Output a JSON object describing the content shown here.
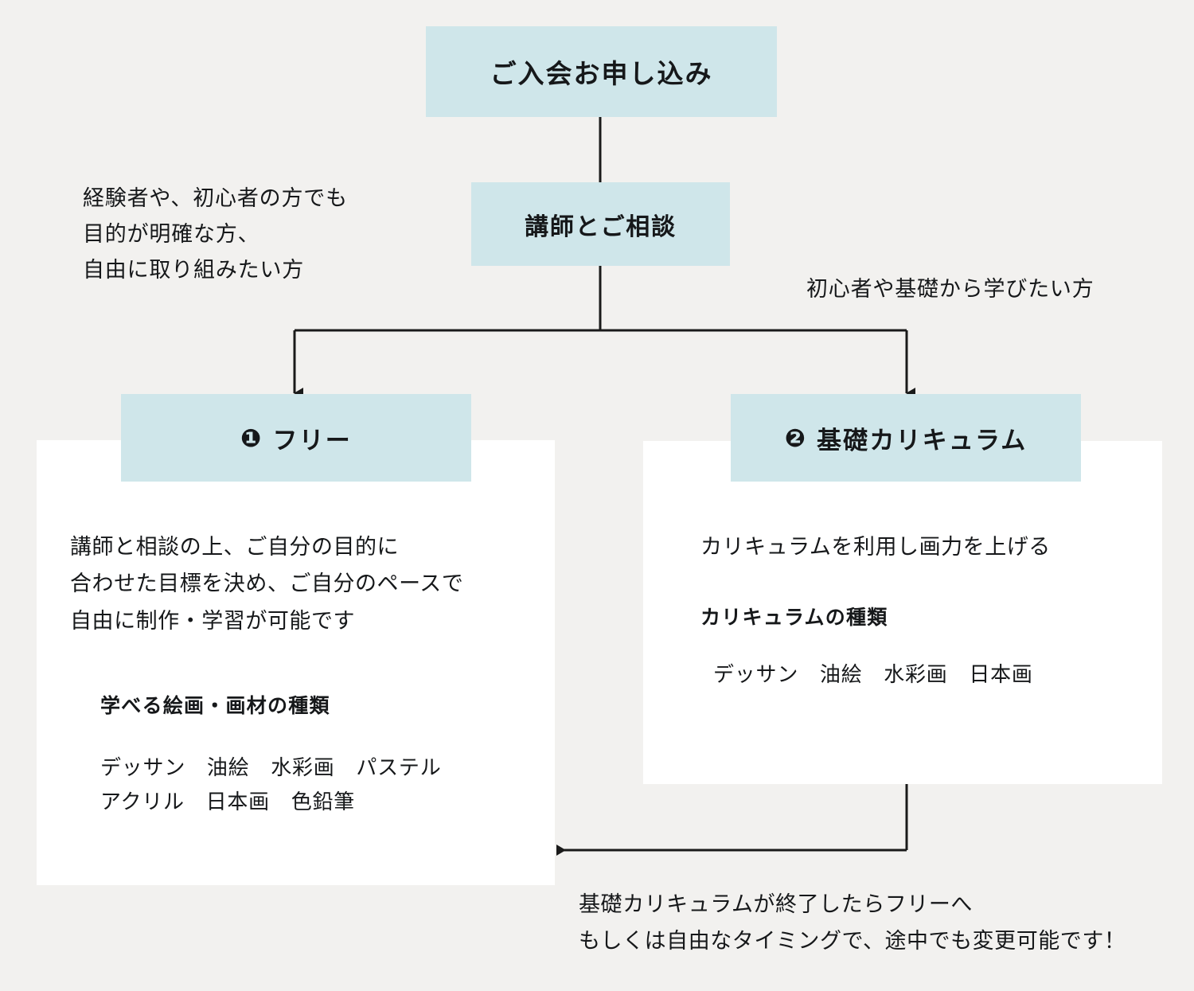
{
  "diagram": {
    "title_flow": "ご入会お申し込み",
    "colors": {
      "background": "#f2f1ef",
      "box_blue": "#cfe6ea",
      "card_white": "#ffffff",
      "line": "#1a1a1a",
      "text": "#16181a"
    }
  },
  "nodes": {
    "apply": {
      "label": "ご入会お申し込み"
    },
    "consult": {
      "label": "講師とご相談"
    }
  },
  "branch_notes": {
    "left": "経験者や、初心者の方でも\n目的が明確な方、\n自由に取り組みたい方",
    "right": "初心者や基礎から学びたい方"
  },
  "cards": {
    "free": {
      "badge": "❶",
      "title": "フリー",
      "lead": "講師と相談の上、ご自分の目的に\n合わせた目標を決め、ご自分のペースで\n自由に制作・学習が可能です",
      "sub_heading": "学べる絵画・画材の種類",
      "types": "デッサン　油絵　水彩画　パステル\nアクリル　日本画　色鉛筆"
    },
    "basic": {
      "badge": "❷",
      "title": "基礎カリキュラム",
      "lead": "カリキュラムを利用し画力を上げる",
      "sub_heading": "カリキュラムの種類",
      "types": "デッサン　油絵　水彩画　日本画"
    }
  },
  "footer_caption": "基礎カリキュラムが終了したらフリーへ\nもしくは自由なタイミングで、途中でも変更可能です！"
}
